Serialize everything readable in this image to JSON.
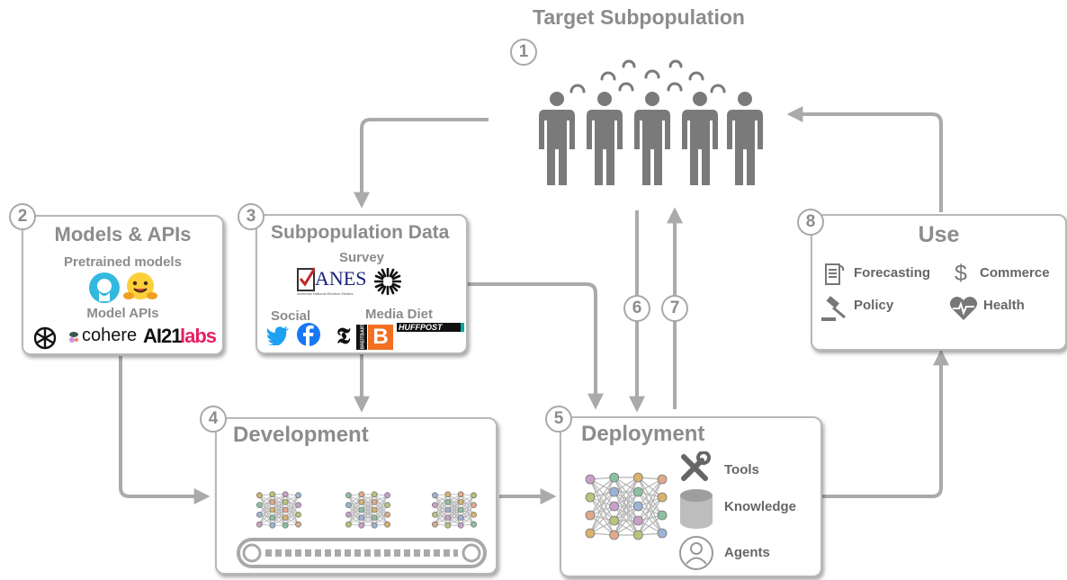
{
  "target": {
    "title": "Target Subpopulation",
    "step": "1"
  },
  "models": {
    "step": "2",
    "title": "Models & APIs",
    "pretrained_label": "Pretrained models",
    "apis_label": "Model APIs",
    "apis": [
      "cohere",
      "AI21",
      "labs"
    ]
  },
  "subpop_data": {
    "step": "3",
    "title": "Subpopulation Data",
    "survey_label": "Survey",
    "anes": "ANES",
    "anes_sub": "American National Election Studies",
    "social_label": "Social",
    "media_label": "Media Diet",
    "huffpost": "HUFFPOST",
    "breitbart": "BREITBART"
  },
  "development": {
    "step": "4",
    "title": "Development"
  },
  "deployment": {
    "step": "5",
    "title": "Deployment",
    "items": [
      "Tools",
      "Knowledge",
      "Agents"
    ]
  },
  "arrows": {
    "down": "6",
    "up": "7"
  },
  "use": {
    "step": "8",
    "title": "Use",
    "items": [
      "Forecasting",
      "Commerce",
      "Policy",
      "Health"
    ],
    "dollar": "$"
  },
  "colors": {
    "line": "#aaaaaa",
    "text": "#8c8c8c",
    "person": "#7a7a7a"
  }
}
